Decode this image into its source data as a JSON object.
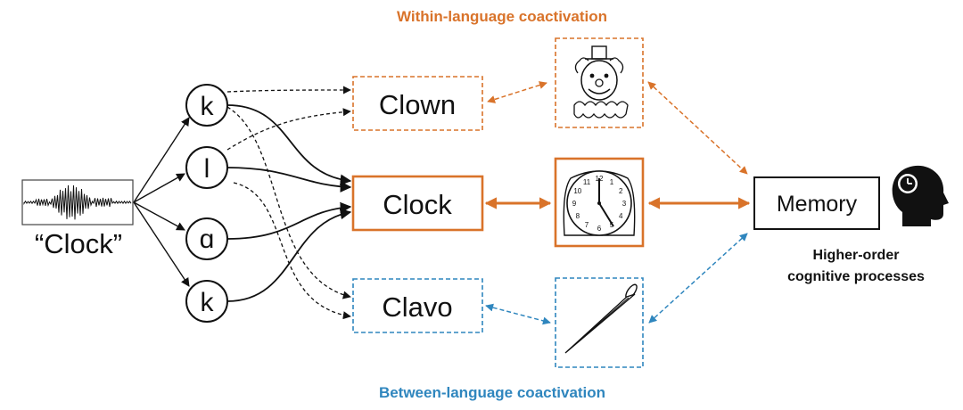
{
  "titles": {
    "within": "Within-language coactivation",
    "between": "Between-language coactivation"
  },
  "input": {
    "word": "“Clock”"
  },
  "phonemes": [
    {
      "id": "k1",
      "label": "k"
    },
    {
      "id": "l",
      "label": "l"
    },
    {
      "id": "a",
      "label": "ɑ"
    },
    {
      "id": "k2",
      "label": "k"
    }
  ],
  "words": {
    "clown": "Clown",
    "clock": "Clock",
    "clavo": "Clavo"
  },
  "memory": {
    "label": "Memory",
    "caption_line1": "Higher-order",
    "caption_line2": "cognitive processes"
  },
  "clock_face_numbers": [
    "12",
    "1",
    "2",
    "3",
    "4",
    "5",
    "6",
    "7",
    "8",
    "9",
    "10",
    "11"
  ],
  "colors": {
    "orange": "#D9732A",
    "blue": "#2F86BE",
    "black": "#111111",
    "gray_border": "#444444"
  },
  "icons": {
    "waveform": "waveform-icon",
    "clown": "clown-picture",
    "clock": "clock-picture",
    "nail": "nail-picture",
    "head": "head-clock-icon"
  }
}
